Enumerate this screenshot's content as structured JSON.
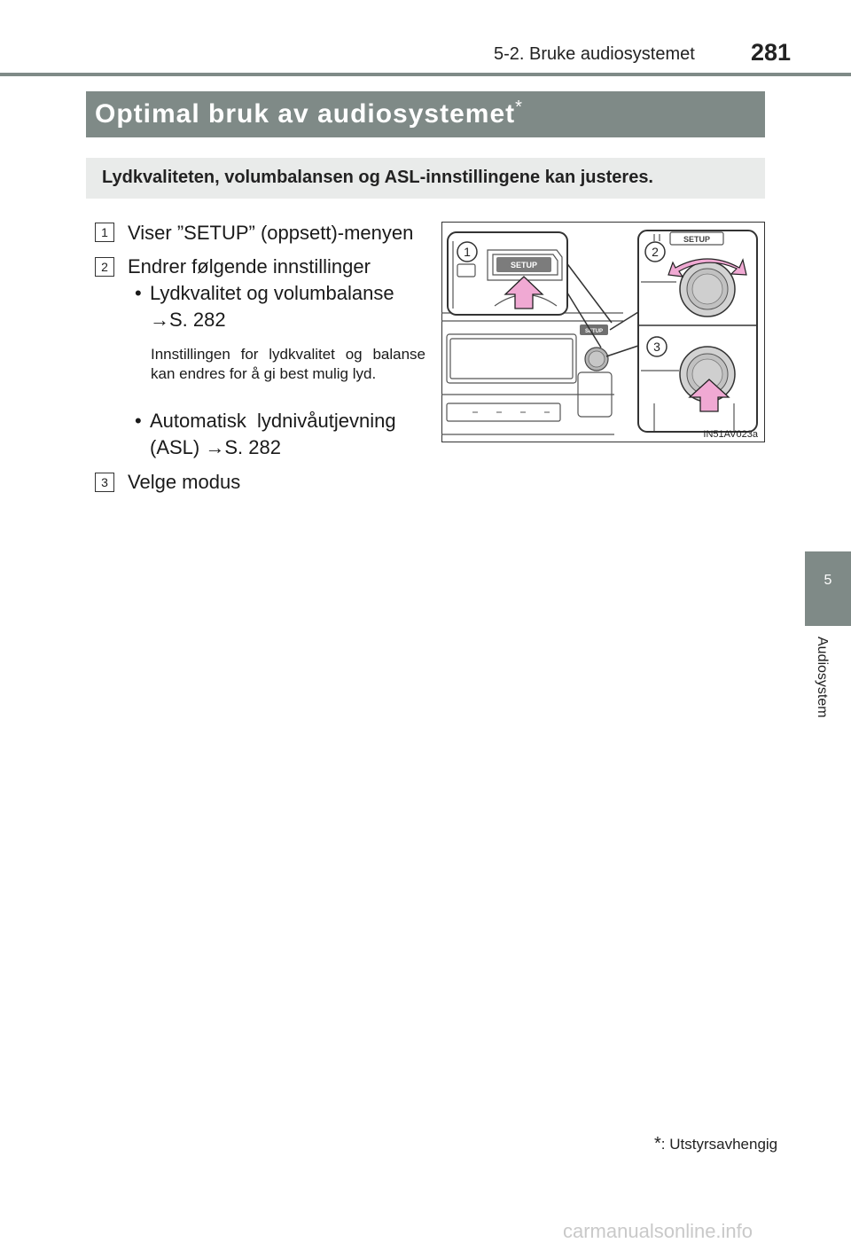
{
  "header": {
    "section": "5-2. Bruke audiosystemet",
    "page_number": "281"
  },
  "title": {
    "text": "Optimal bruk av audiosystemet",
    "marker": "*"
  },
  "intro": "Lydkvaliteten, volumbalansen og ASL-innstillingene kan justeres.",
  "items": [
    {
      "num": "1",
      "text": "Viser ”SETUP” (oppsett)-menyen"
    },
    {
      "num": "2",
      "text": "Endrer følgende innstillinger",
      "bullets": [
        {
          "line1": "Lydkvalitet og volumbalanse",
          "line2": "→S. 282"
        },
        {
          "line1": "Automatisk  lydnivåutjevning",
          "line2": "(ASL) →S. 282"
        }
      ],
      "note": "Innstillingen for lydkvalitet og balanse kan endres for å gi best mulig lyd."
    },
    {
      "num": "3",
      "text": "Velge modus"
    }
  ],
  "figure": {
    "code": "IN51AV023a",
    "button_label": "SETUP",
    "callouts": [
      "1",
      "2",
      "3"
    ],
    "arrow_color": "#f0a9d3"
  },
  "sidebar": {
    "chapter_number": "5",
    "chapter_title": "Audiosystem"
  },
  "footnote": {
    "marker": "*",
    "text": ": Utstyrsavhengig"
  },
  "watermark": "carmanualsonline.info"
}
